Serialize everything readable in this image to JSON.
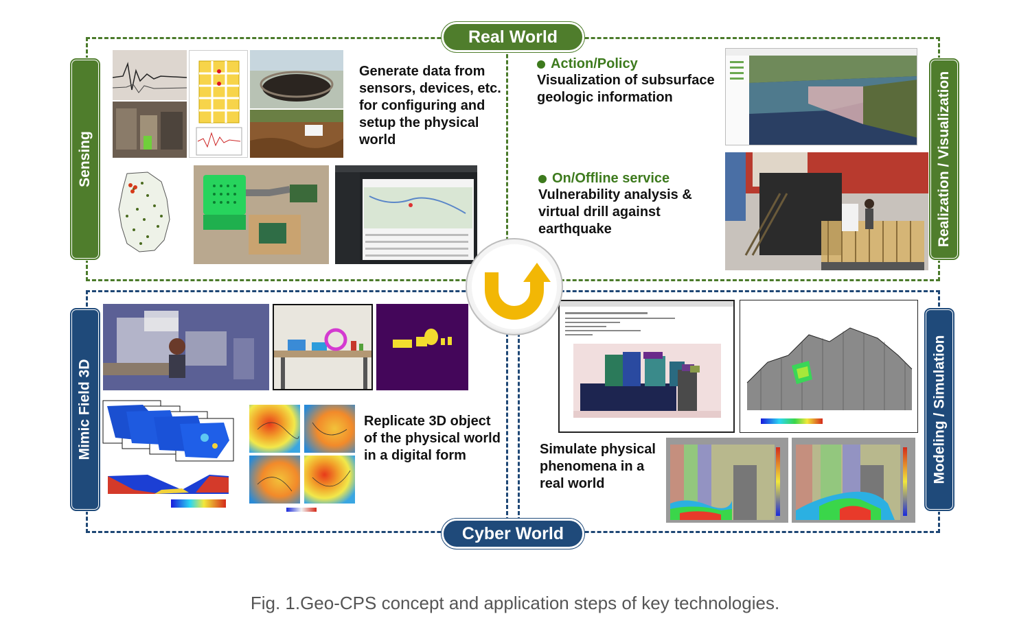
{
  "banners": {
    "real_world": "Real World",
    "cyber_world": "Cyber World"
  },
  "side_labels": {
    "sensing": "Sensing",
    "realization": "Realization / Visualization",
    "mimic": "Mimic Field 3D",
    "modeling": "Modeling / Simulation"
  },
  "sensing": {
    "text_lines": [
      "Generate data from",
      "sensors, devices, etc.",
      "for configuring and",
      "setup the physical",
      "world"
    ]
  },
  "realization": {
    "action_title": "Action/Policy",
    "action_lines": [
      "Visualization of subsurface",
      "geologic information"
    ],
    "service_title": "On/Offline service",
    "service_lines": [
      "Vulnerability analysis &",
      "virtual drill against",
      "earthquake"
    ]
  },
  "mimic": {
    "text_lines": [
      "Replicate 3D object",
      "of the physical world",
      "in a digital form"
    ]
  },
  "modeling": {
    "text_lines": [
      "Simulate physical",
      "phenomena in a",
      "real world"
    ]
  },
  "caption": "Fig. 1.Geo-CPS concept and application steps of key technologies.",
  "colors": {
    "green": "#4f7d2c",
    "blue": "#1f4a7a",
    "arrow": "#f2b705"
  },
  "icons": {
    "center": "cycle-arrow-icon"
  }
}
